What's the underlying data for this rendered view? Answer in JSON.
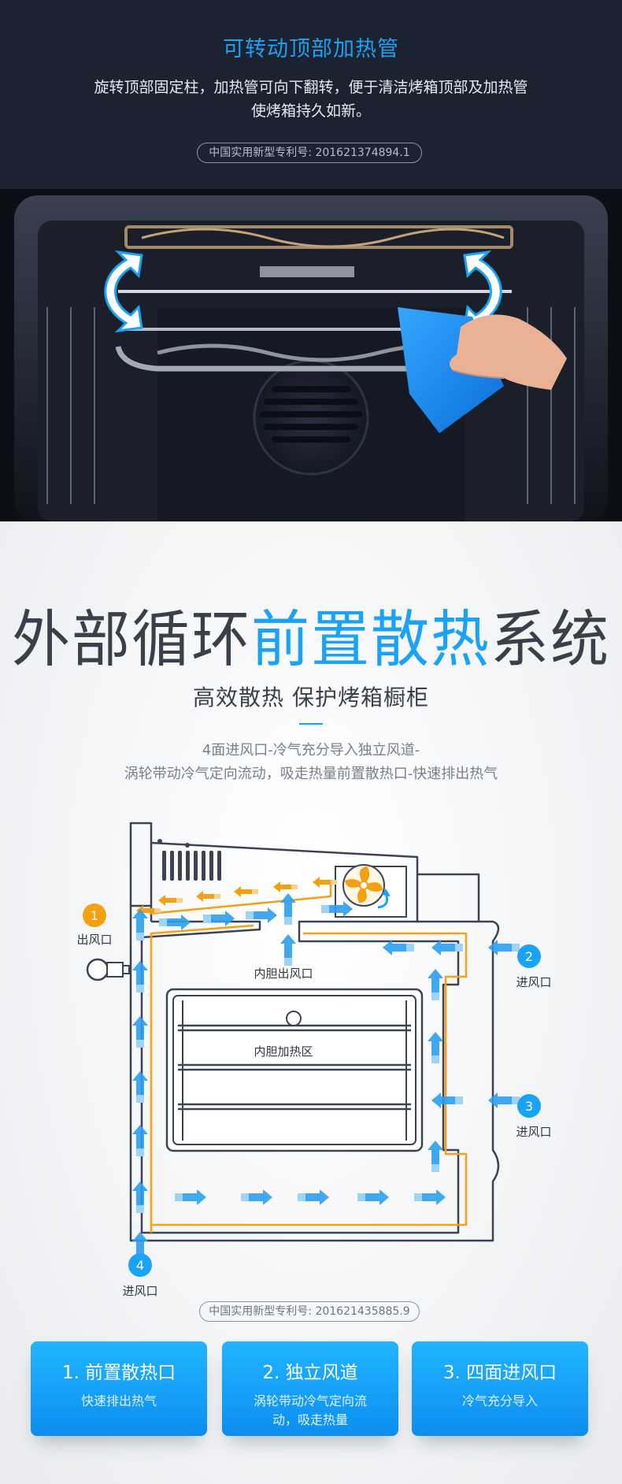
{
  "header": {
    "title": "可转动顶部加热管",
    "desc_line1": "旋转顶部固定柱，加热管可向下翻转，便于清洁烤箱顶部及加热管",
    "desc_line2": "使烤箱持久如新。",
    "patent": "中国实用新型专利号: 201621374894.1"
  },
  "section2": {
    "title_part1": "外部循环",
    "title_highlight": "前置散热",
    "title_part2": "系统",
    "subtitle": "高效散热 保护烤箱橱柜",
    "desc_line1": "4面进风口-冷气充分导入独立风道-",
    "desc_line2": "涡轮带动冷气定向流动，吸走热量前置散热口-快速排出热气"
  },
  "diagram": {
    "outlet_num": "1",
    "outlet_label": "出风口",
    "inlet2_num": "2",
    "inlet2_label": "进风口",
    "inlet3_num": "3",
    "inlet3_label": "进风口",
    "inlet4_num": "4",
    "inlet4_label": "进风口",
    "inner_outlet_label": "内胆出风口",
    "heating_zone_label": "内胆加热区",
    "colors": {
      "accent_blue": "#1aa3f5",
      "accent_orange": "#f5a011",
      "line": "#3d4352"
    }
  },
  "patent2": "中国实用新型专利号: 201621435885.9",
  "features": [
    {
      "title": "1. 前置散热口",
      "sub": "快速排出热气"
    },
    {
      "title": "2. 独立风道",
      "sub": "涡轮带动冷气定向流动，吸走热量"
    },
    {
      "title": "3. 四面进风口",
      "sub": "冷气充分导入"
    }
  ]
}
